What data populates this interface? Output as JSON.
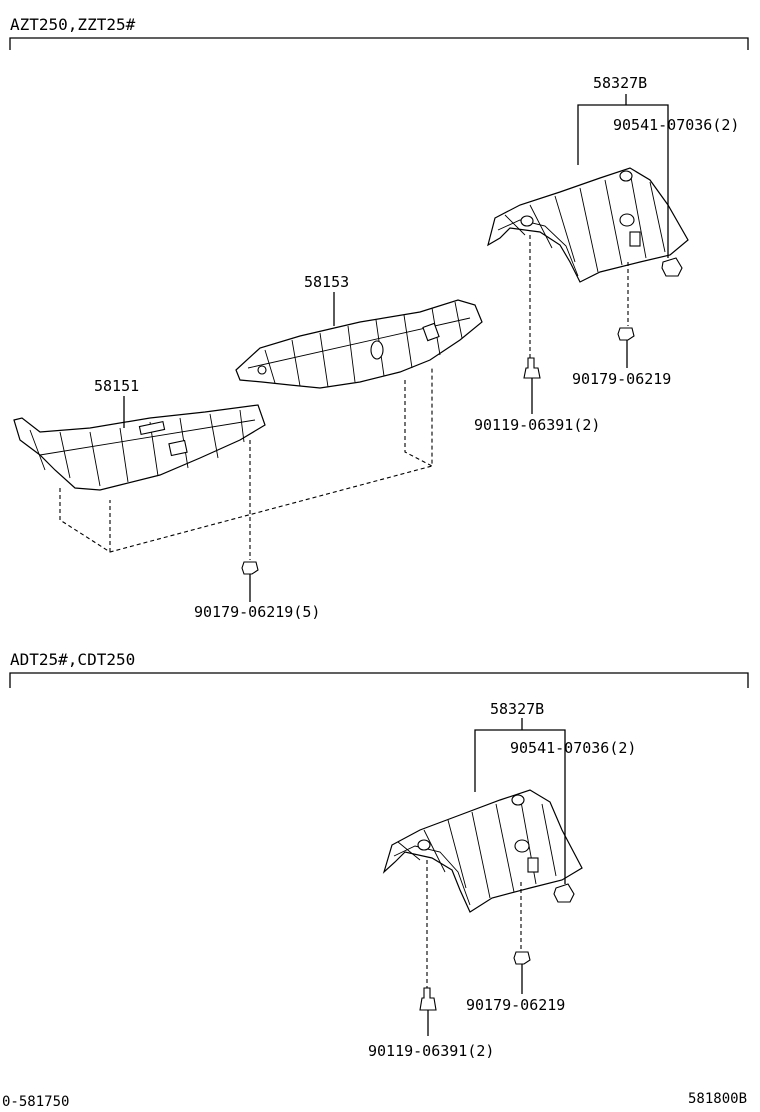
{
  "sections": [
    {
      "title": "AZT250,ZZT25#",
      "labels": {
        "part_58327b": "58327B",
        "bolt_90541": "90541-07036(2)",
        "part_58153": "58153",
        "part_58151": "58151",
        "nut_90179_a": "90179-06219",
        "bolt_90119": "90119-06391(2)",
        "nut_90179_b": "90179-06219(5)"
      }
    },
    {
      "title": "ADT25#,CDT250",
      "labels": {
        "part_58327b": "58327B",
        "bolt_90541": "90541-07036(2)",
        "nut_90179": "90179-06219",
        "bolt_90119": "90119-06391(2)"
      }
    }
  ],
  "footer": {
    "left_code": "0-581750",
    "right_code": "581800B"
  }
}
